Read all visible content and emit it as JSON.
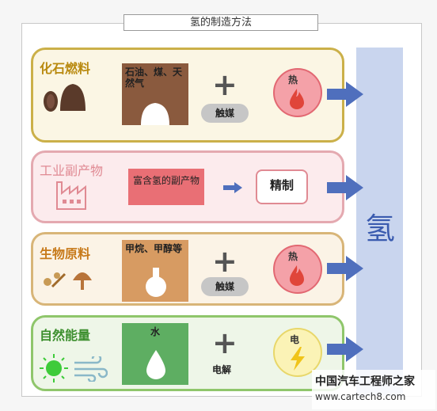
{
  "title": "氢的制造方法",
  "hydrogen_label": "氢",
  "rows": [
    {
      "label": "化石燃料",
      "material": "石油、煤、天然气",
      "catalyst": "触媒",
      "energy": "热"
    },
    {
      "label": "工业副产物",
      "material": "富含氢的副产物",
      "process": "精制"
    },
    {
      "label": "生物原料",
      "material": "甲烷、甲醇等",
      "catalyst": "触媒",
      "energy": "热"
    },
    {
      "label": "自然能量",
      "material": "水",
      "process": "电解",
      "energy": "电"
    }
  ],
  "watermark": {
    "name": "中国汽车工程师之家",
    "url": "www.cartech8.com"
  },
  "colors": {
    "fossil": "#b98a10",
    "industrial": "#e08a93",
    "bio": "#c77a1a",
    "natural": "#3d8f2e",
    "arrow": "#4f6fbd"
  }
}
